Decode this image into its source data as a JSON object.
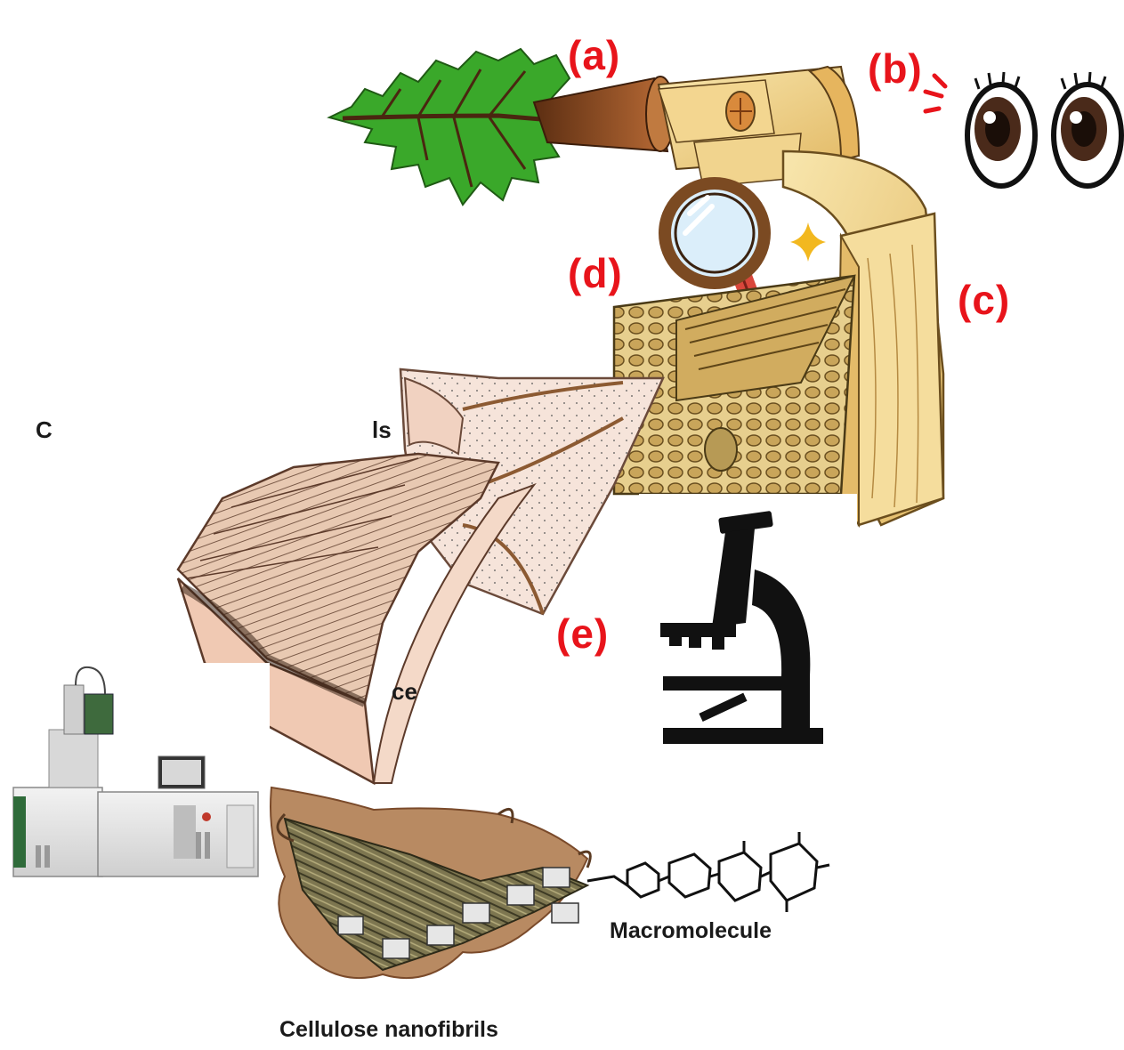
{
  "labels": {
    "a": "(a)",
    "b": "(b)",
    "c": "(c)",
    "d": "(d)",
    "e": "(e)"
  },
  "captions": {
    "macromolecule": "Macromolecule",
    "nanofibrils": "Cellulose nanofibrils",
    "partial_left": "C",
    "partial_ls": "ls",
    "partial_ce": "ce"
  },
  "colors": {
    "label_red": "#e8141b",
    "leaf_green": "#3aa82a",
    "wood_light": "#f3dc9a",
    "wood_mid": "#e6c173",
    "bark_brown": "#8a4a24",
    "cell_pink": "#f4dccd",
    "microscope_black": "#111111",
    "sparkle_yellow": "#f2b81f"
  },
  "icons": [
    "leaf-icon",
    "eyes-icon",
    "magnifier-icon",
    "sparkle-icon",
    "microscope-icon",
    "sem-instrument-icon"
  ]
}
